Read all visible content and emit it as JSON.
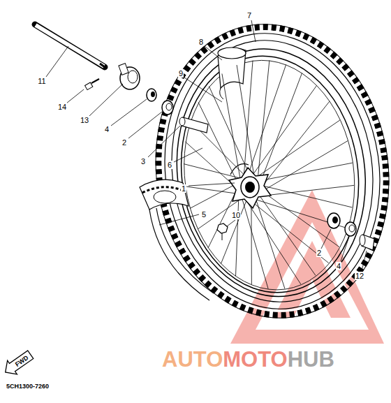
{
  "diagram": {
    "labels": [
      "7",
      "8",
      "9",
      "11",
      "14",
      "13",
      "4",
      "2",
      "3",
      "6",
      "1",
      "10",
      "5",
      "2",
      "4",
      "12",
      "FWD",
      "5CH1300-7260",
      "AUTO",
      "MOTO",
      "HUB"
    ]
  }
}
